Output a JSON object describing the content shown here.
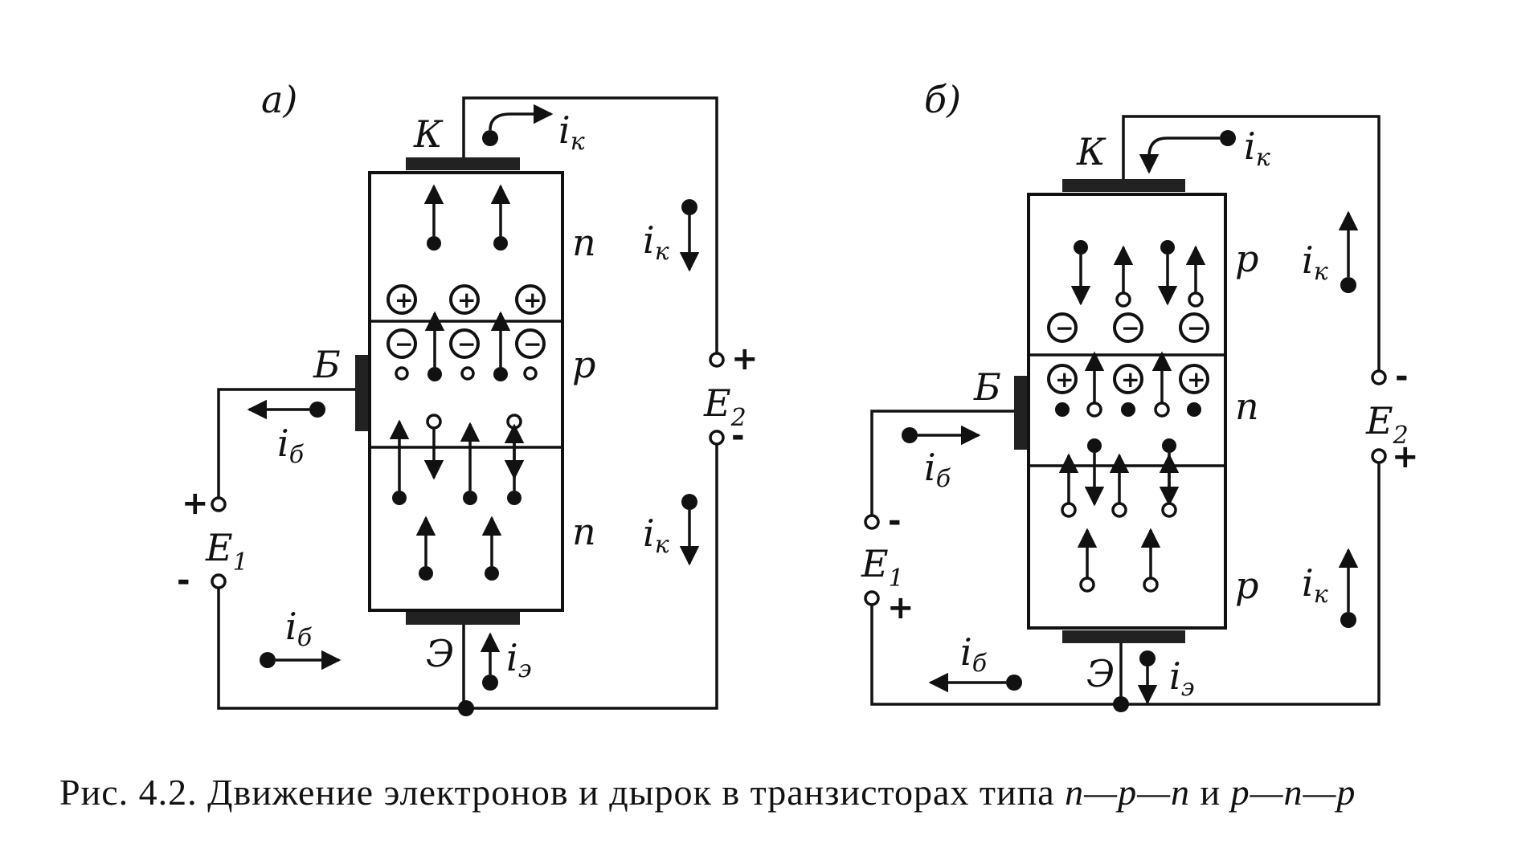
{
  "panel_a": {
    "tag": "а)",
    "collector": "К",
    "base": "Б",
    "emitter": "Э",
    "layers": [
      "n",
      "p",
      "n"
    ],
    "source_e1": "E",
    "source_e1_index": "1",
    "source_e2": "E",
    "source_e2_index": "2",
    "current_letter": "i",
    "ik_sub": "к",
    "ib_sub": "б",
    "ie_sub": "э",
    "plus": "+",
    "minus": "-"
  },
  "panel_b": {
    "tag": "б)",
    "collector": "К",
    "base": "Б",
    "emitter": "Э",
    "layers": [
      "p",
      "n",
      "p"
    ],
    "source_e1": "E",
    "source_e1_index": "1",
    "source_e2": "E",
    "source_e2_index": "2",
    "current_letter": "i",
    "ik_sub": "к",
    "ib_sub": "б",
    "ie_sub": "э",
    "plus": "+",
    "minus": "-"
  },
  "ions": {
    "positive": "+",
    "negative": "−"
  },
  "caption": {
    "prefix": "Рис. 4.2. Движение электронов и дырок в транзисторах типа ",
    "type1": "n—p—n",
    "joiner": " и ",
    "type2": "p—n—p"
  }
}
